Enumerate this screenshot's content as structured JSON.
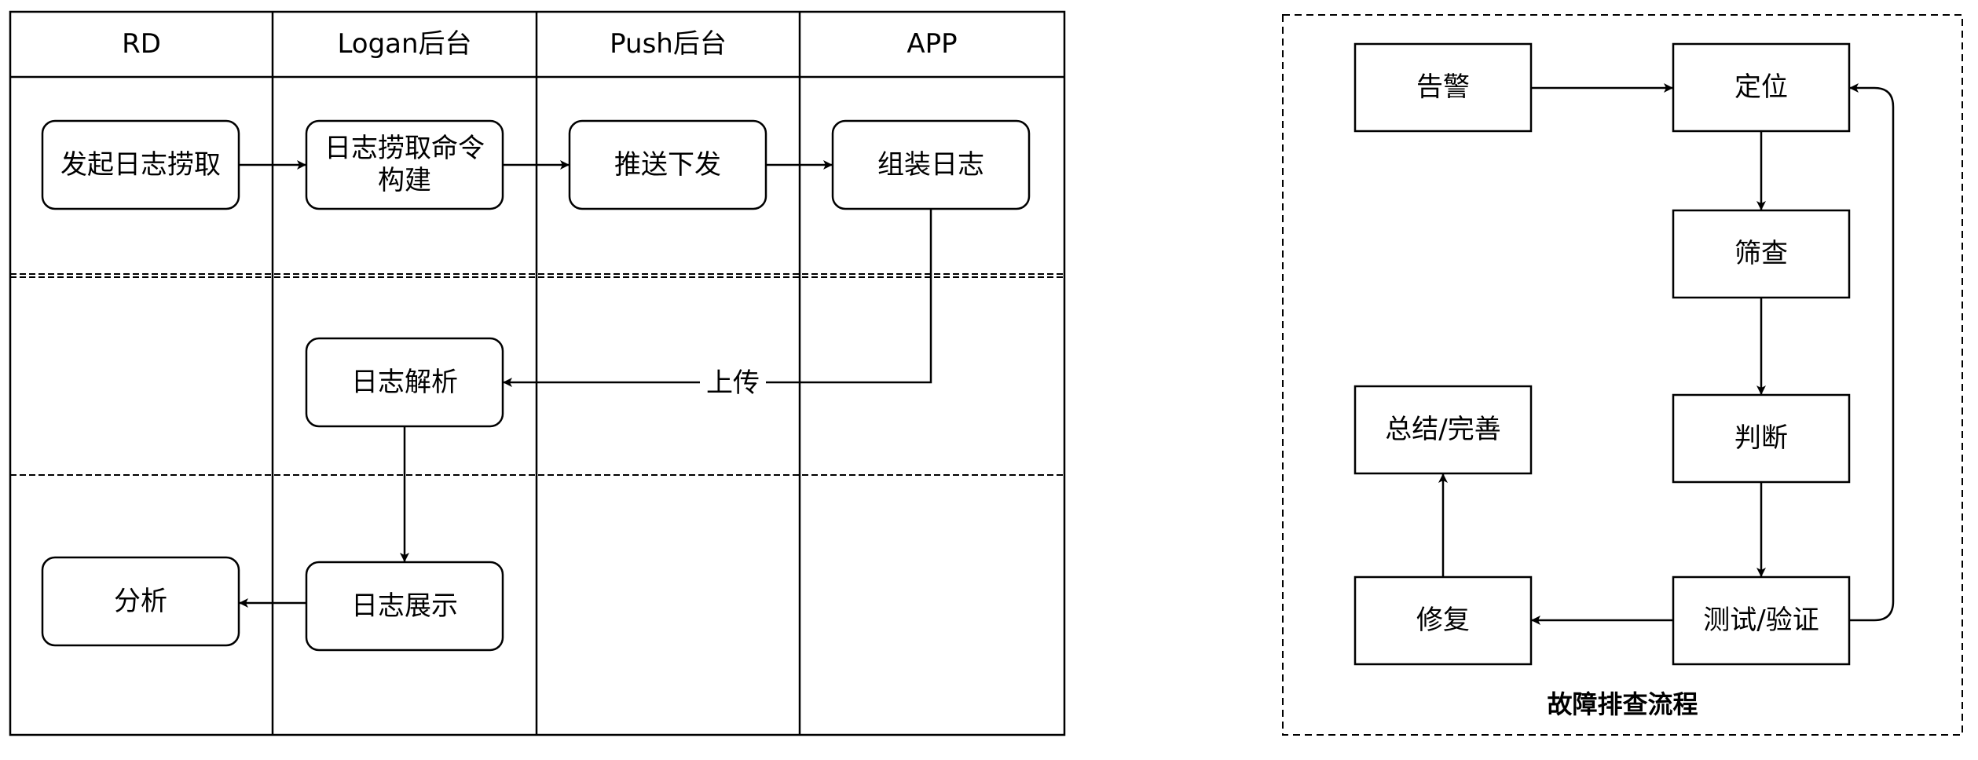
{
  "swimlane": {
    "lanes": [
      {
        "id": "rd",
        "label": "RD"
      },
      {
        "id": "logan",
        "label": "Logan后台"
      },
      {
        "id": "push",
        "label": "Push后台"
      },
      {
        "id": "app",
        "label": "APP"
      }
    ],
    "nodes": [
      {
        "id": "start_fetch",
        "label": "发起日志捞取"
      },
      {
        "id": "build_cmd",
        "label": "日志捞取命令\n构建"
      },
      {
        "id": "push_down",
        "label": "推送下发"
      },
      {
        "id": "assemble",
        "label": "组装日志"
      },
      {
        "id": "parse",
        "label": "日志解析"
      },
      {
        "id": "display",
        "label": "日志展示"
      },
      {
        "id": "analyze",
        "label": "分析"
      }
    ],
    "edges": [
      {
        "from": "start_fetch",
        "to": "build_cmd",
        "label": ""
      },
      {
        "from": "build_cmd",
        "to": "push_down",
        "label": ""
      },
      {
        "from": "push_down",
        "to": "assemble",
        "label": ""
      },
      {
        "from": "assemble",
        "to": "parse",
        "label": "上传"
      },
      {
        "from": "parse",
        "to": "display",
        "label": ""
      },
      {
        "from": "display",
        "to": "analyze",
        "label": ""
      }
    ]
  },
  "troubleshooting": {
    "caption": "故障排查流程",
    "nodes": [
      {
        "id": "alert",
        "label": "告警"
      },
      {
        "id": "locate",
        "label": "定位"
      },
      {
        "id": "screen",
        "label": "筛查"
      },
      {
        "id": "judge",
        "label": "判断"
      },
      {
        "id": "test",
        "label": "测试/验证"
      },
      {
        "id": "fix",
        "label": "修复"
      },
      {
        "id": "summary",
        "label": "总结/完善"
      }
    ],
    "edges": [
      {
        "from": "alert",
        "to": "locate"
      },
      {
        "from": "locate",
        "to": "screen"
      },
      {
        "from": "screen",
        "to": "judge"
      },
      {
        "from": "judge",
        "to": "test"
      },
      {
        "from": "test",
        "to": "fix"
      },
      {
        "from": "fix",
        "to": "summary"
      },
      {
        "from": "test",
        "to": "locate"
      }
    ]
  }
}
